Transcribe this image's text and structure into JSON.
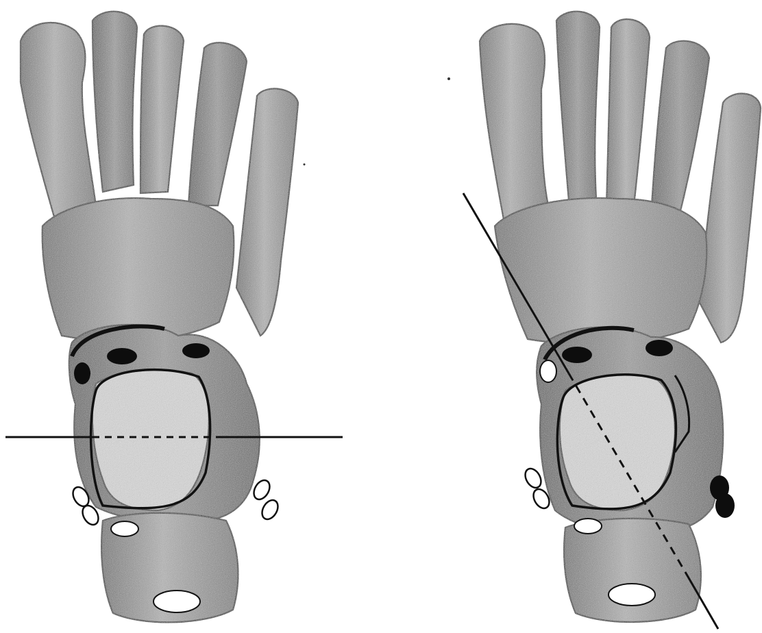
{
  "figure": {
    "panels": [
      {
        "name": "left-foot-skeleton",
        "cut_line": "horizontal"
      },
      {
        "name": "right-foot-skeleton",
        "cut_line": "oblique"
      }
    ]
  }
}
